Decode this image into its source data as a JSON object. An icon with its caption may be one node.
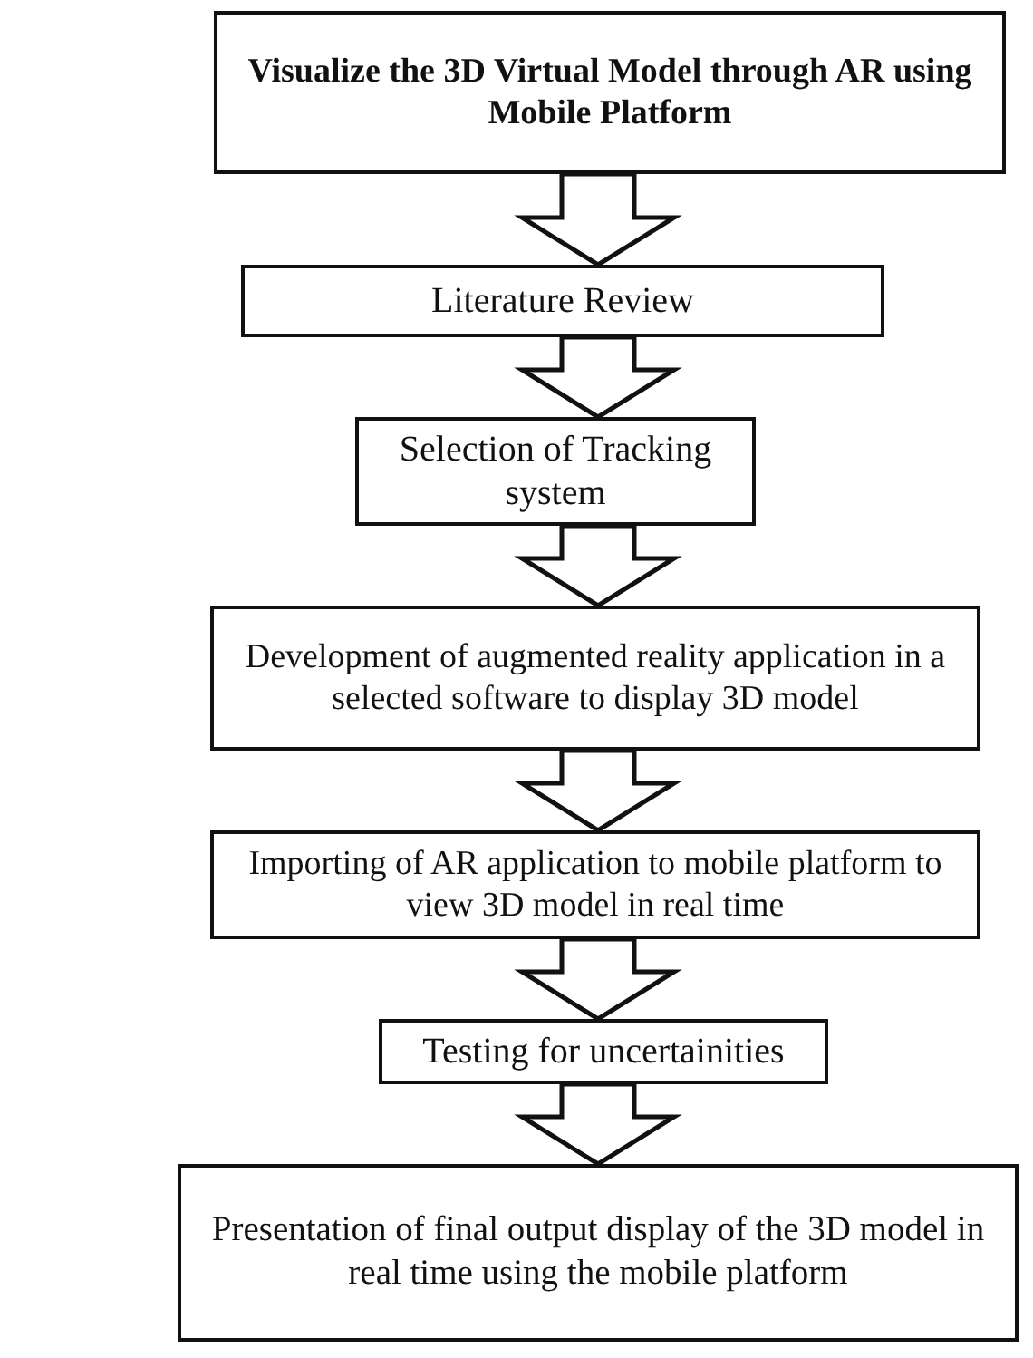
{
  "diagram": {
    "nodes": [
      {
        "text": [
          "Visualize the 3D Virtual Model through AR using Mobile Platform"
        ]
      },
      {
        "text": [
          "Literature Review"
        ]
      },
      {
        "text": [
          "Selection of Tracking system"
        ]
      },
      {
        "text": [
          "Development of augmented reality application in a selected software to display 3D model"
        ]
      },
      {
        "text": [
          "Importing of AR application to mobile platform to view 3D model in real time"
        ]
      },
      {
        "text": [
          "Testing for uncertainities"
        ]
      },
      {
        "text": [
          "Presentation of final output display of the 3D model in real time using the mobile platform"
        ]
      }
    ],
    "edges": [
      {
        "from": 0,
        "to": 1,
        "arrow": "to"
      },
      {
        "from": 1,
        "to": 2,
        "arrow": "to"
      },
      {
        "from": 2,
        "to": 3,
        "arrow": "to"
      },
      {
        "from": 3,
        "to": 4,
        "arrow": "to"
      },
      {
        "from": 4,
        "to": 5,
        "arrow": "to"
      },
      {
        "from": 5,
        "to": 6,
        "arrow": "to"
      }
    ]
  }
}
